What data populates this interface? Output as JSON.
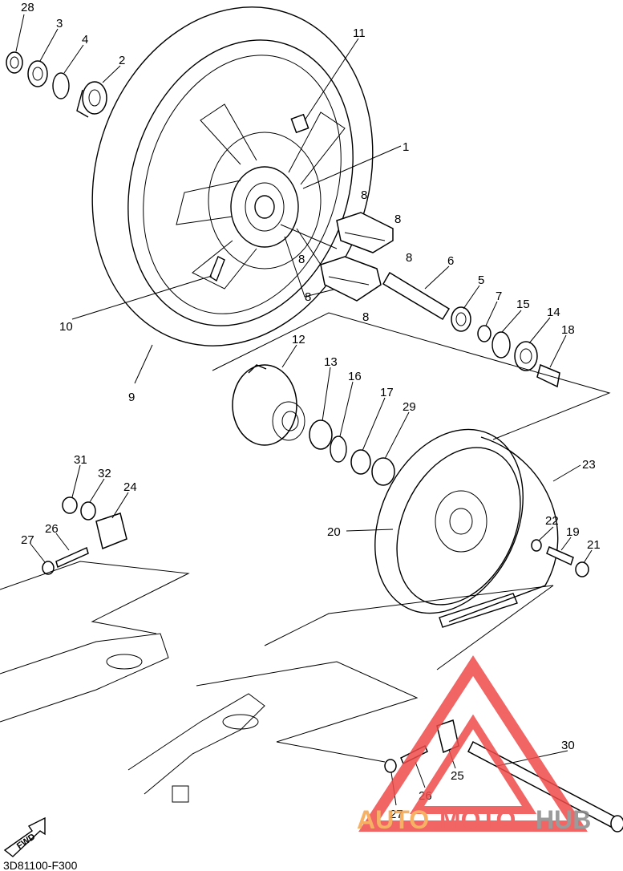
{
  "diagram_code": "3D81100-F300",
  "fwd_label": "FWD",
  "watermark": {
    "part1": "AUTO",
    "part2": "MOTO",
    "part3": "HUB",
    "color_orange": "#f5a44a",
    "color_red": "#ef4b4b",
    "color_gray": "#8a8a8a"
  },
  "callouts": {
    "c28": "28",
    "c3": "3",
    "c4": "4",
    "c2": "2",
    "c11": "11",
    "c1": "1",
    "c8a": "8",
    "c8b": "8",
    "c8c": "8",
    "c8d": "8",
    "c8e": "8",
    "c8f": "8",
    "c6": "6",
    "c5": "5",
    "c7": "7",
    "c15": "15",
    "c14": "14",
    "c18": "18",
    "c10": "10",
    "c9": "9",
    "c12": "12",
    "c13": "13",
    "c16": "16",
    "c17": "17",
    "c29": "29",
    "c23": "23",
    "c20": "20",
    "c22": "22",
    "c19": "19",
    "c21": "21",
    "c31": "31",
    "c32": "32",
    "c24": "24",
    "c26a": "26",
    "c27a": "27",
    "c30": "30",
    "c25": "25",
    "c26b": "26",
    "c27b": "27"
  }
}
